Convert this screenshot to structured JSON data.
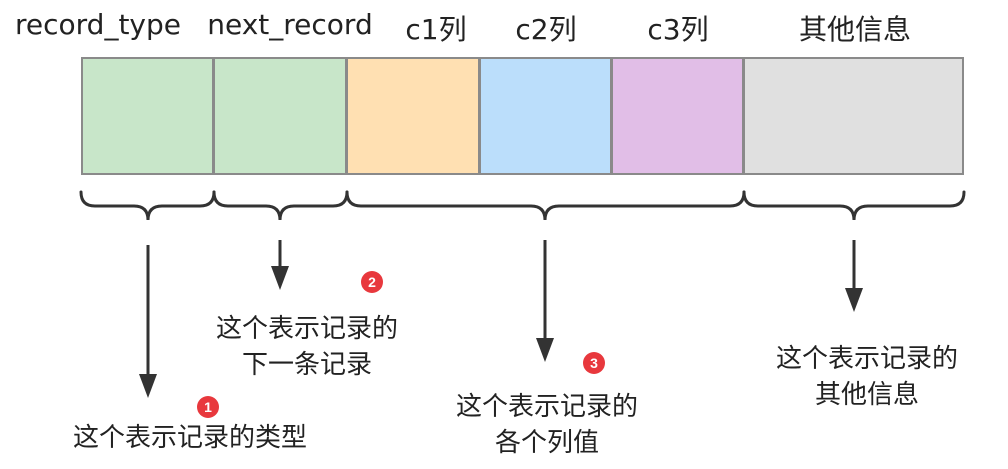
{
  "headers": {
    "record_type": "record_type",
    "next_record": "next_record",
    "c1": "c1列",
    "c2": "c2列",
    "c3": "c3列",
    "other": "其他信息"
  },
  "colors": {
    "record_type": "#c8e6c9",
    "next_record": "#c8e6c9",
    "c1": "#ffe0b2",
    "c2": "#bbdefb",
    "c3": "#e1bee7",
    "other": "#e0e0e0",
    "badge": "#e8383d"
  },
  "descriptions": {
    "type": "这个表示记录的类型",
    "next_line1": "这个表示记录的",
    "next_line2": "下一条记录",
    "cols_line1": "这个表示记录的",
    "cols_line2": "各个列值",
    "other_line1": "这个表示记录的",
    "other_line2": "其他信息"
  },
  "badges": {
    "one": "1",
    "two": "2",
    "three": "3"
  }
}
